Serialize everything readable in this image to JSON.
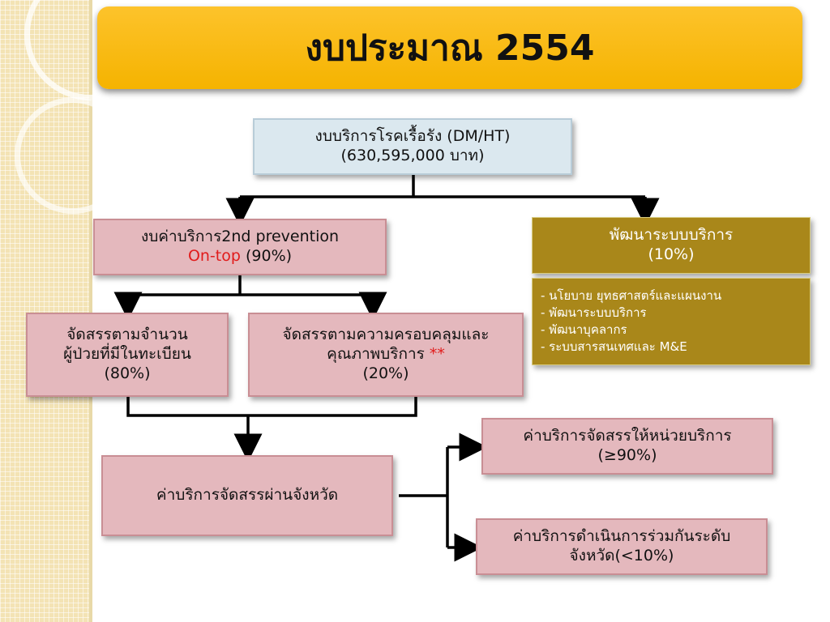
{
  "title": "งบประมาณ 2554",
  "top_box": {
    "line1": "งบบริการโรคเรื้อรัง (DM/HT)",
    "line2": "(630,595,000 บาท)"
  },
  "left_box": {
    "line1": "งบค่าบริการ2nd prevention",
    "ontop": "On-top",
    "percent": " (90%)"
  },
  "right_box": {
    "title": "พัฒนาระบบบริการ",
    "percent": "(10%)",
    "items": [
      "- นโยบาย ยุทธศาสตร์และแผนงาน",
      "- พัฒนาระบบบริการ",
      "- พัฒนาบุคลากร",
      "- ระบบสารสนเทศและ M&E"
    ]
  },
  "alloc_by_count": {
    "line1": "จัดสรรตามจำนวน",
    "line2": "ผู้ป่วยที่มีในทะเบียน",
    "percent": "(80%)"
  },
  "alloc_by_coverage": {
    "line1": "จัดสรรตามความครอบคลุมและ",
    "line2": "คุณภาพบริการ ",
    "stars": "**",
    "percent": "(20%)"
  },
  "center_box": "ค่าบริการจัดสรรผ่านจังหวัด",
  "out_box_1": {
    "line1": "ค่าบริการจัดสรรให้หน่วยบริการ",
    "line2": "(≥90%)"
  },
  "out_box_2": {
    "line1": "ค่าบริการดำเนินการร่วมกันระดับ",
    "line2": "จังหวัด(<10%)"
  },
  "colors": {
    "title_bar": "#f5b300",
    "pink_box": "#e4b8bd",
    "blue_box": "#dbe8ef",
    "olive_box": "#a9871a",
    "highlight_red": "#e11b1b"
  }
}
